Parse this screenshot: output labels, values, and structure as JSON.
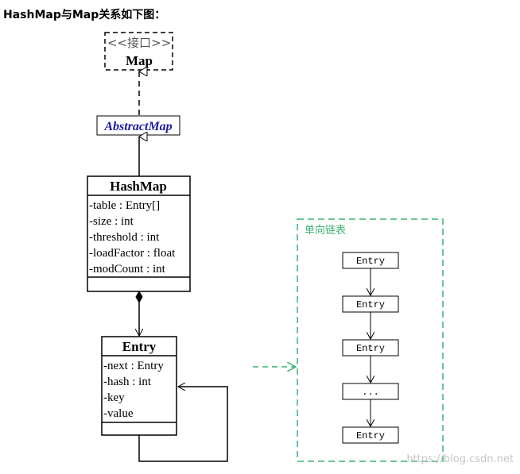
{
  "heading": "HashMap与Map关系如下图：",
  "interface_box": {
    "stereotype": "<<接口>>",
    "name": "Map"
  },
  "abstract_class": {
    "name": "AbstractMap"
  },
  "hashmap_class": {
    "name": "HashMap",
    "fields": [
      "-table : Entry[]",
      "-size : int",
      "-threshold : int",
      "-loadFactor : float",
      "-modCount : int"
    ]
  },
  "entry_class": {
    "name": "Entry",
    "fields": [
      "-next : Entry",
      "-hash : int",
      "-key",
      "-value"
    ]
  },
  "linked_list": {
    "title": "单向链表",
    "nodes": [
      "Entry",
      "Entry",
      "Entry",
      "...",
      "Entry"
    ]
  },
  "colors": {
    "dashed_green": "#3cb371",
    "abstract_text": "#1a1aa6",
    "line": "#000000",
    "watermark": "#bdbdbd"
  },
  "watermark": "https://blog.csdn.net"
}
